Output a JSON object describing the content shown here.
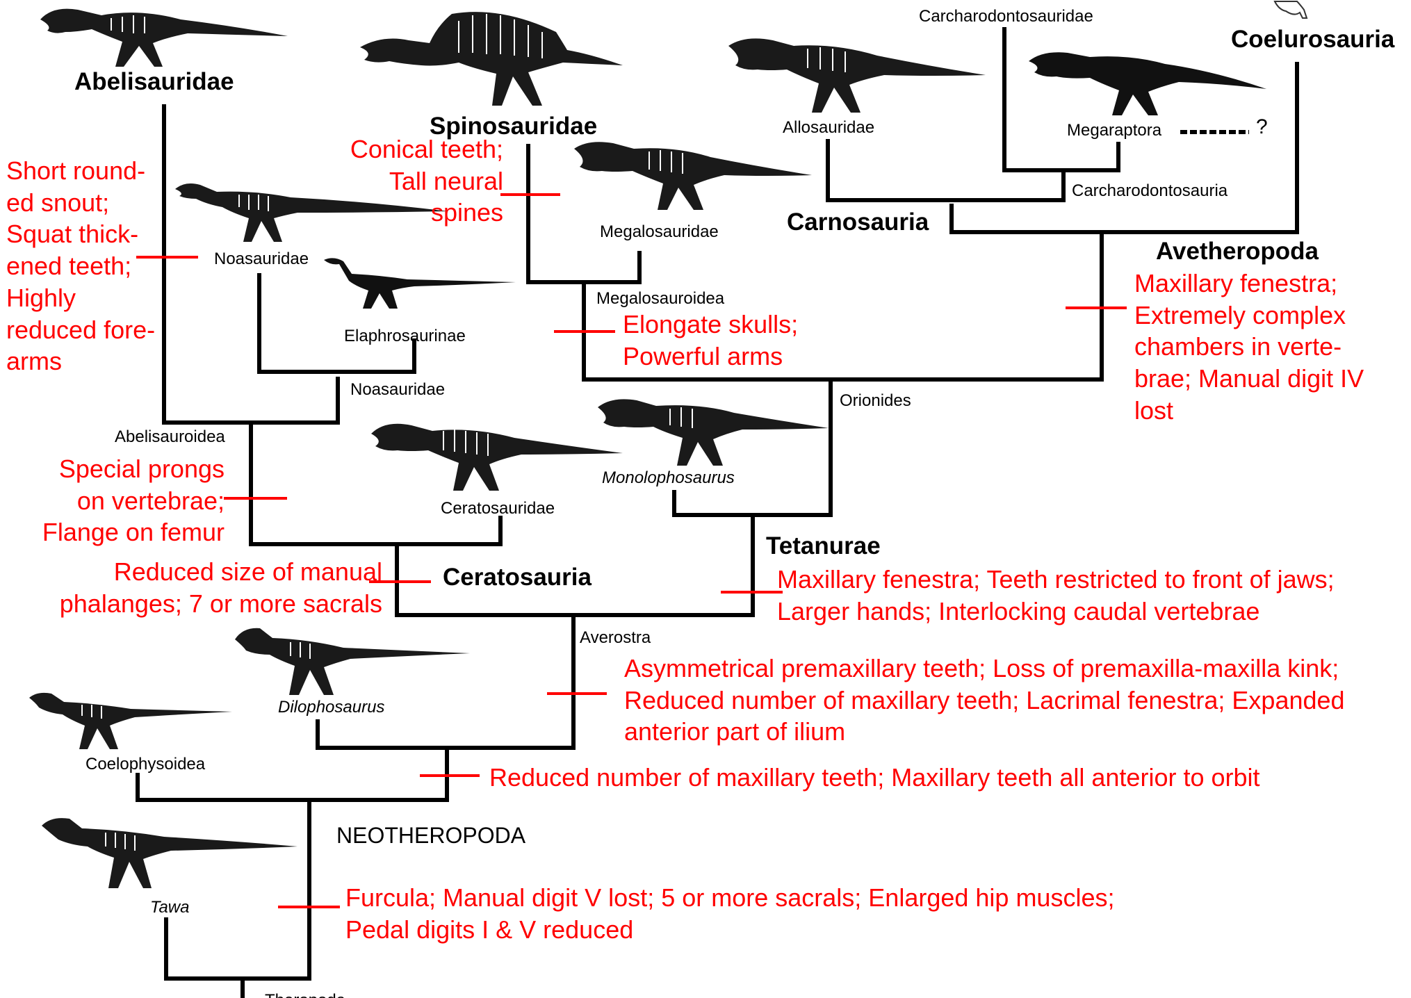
{
  "colors": {
    "branch": "#000000",
    "synapomorphy": "#ff0000",
    "background": "#ffffff"
  },
  "clades": {
    "abelisauridae": "Abelisauridae",
    "spinosauridae": "Spinosauridae",
    "carcharodontosauridae": "Carcharodontosauridae",
    "coelurosauria": "Coelurosauria",
    "allosauridae": "Allosauridae",
    "megaraptora": "Megaraptora",
    "question": "?",
    "carcharodontosauria": "Carcharodontosauria",
    "carnosauria": "Carnosauria",
    "avetheropoda": "Avetheropoda",
    "megalosauridae": "Megalosauridae",
    "megalosauroidea": "Megalosauroidea",
    "noasauridae_tip": "Noasauridae",
    "elaphrosaurinae": "Elaphrosaurinae",
    "noasauridae_node": "Noasauridae",
    "orionides": "Orionides",
    "abelisauroidea": "Abelisauroidea",
    "ceratosauridae": "Ceratosauridae",
    "monolophosaurus": "Monolophosaurus",
    "tetanurae": "Tetanurae",
    "ceratosauria": "Ceratosauria",
    "averostra": "Averostra",
    "dilophosaurus": "Dilophosaurus",
    "coelophysoidea": "Coelophysoidea",
    "neotheropoda": "NEOTHEROPODA",
    "tawa": "Tawa",
    "theropoda": "Theropoda"
  },
  "traits": {
    "abelisauridae": "Short round-\ned snout;\nSquat thick-\nened teeth;\nHighly\nreduced fore-\narms",
    "spinosauridae": "Conical teeth;\nTall neural\nspines",
    "megalosauroidea": "Elongate skulls;\nPowerful arms",
    "avetheropoda": "Maxillary fenestra;\nExtremely complex\nchambers in verte-\nbrae; Manual digit IV\nlost",
    "abelisauroidea": "Special prongs\non vertebrae;\nFlange on femur",
    "ceratosauria": "Reduced size of manual\nphalanges; 7 or more sacrals",
    "tetanurae": "Maxillary fenestra; Teeth restricted to front of jaws;\nLarger hands; Interlocking caudal vertebrae",
    "averostra": "Asymmetrical premaxillary teeth; Loss of premaxilla-maxilla kink;\nReduced number of maxillary teeth; Lacrimal fenestra; Expanded\nanterior part of ilium",
    "neotheropoda_upper": "Reduced number of maxillary teeth; Maxillary teeth all anterior to orbit",
    "neotheropoda": "Furcula; Manual digit V lost; 5 or more sacrals; Enlarged hip muscles;\nPedal digits I & V reduced"
  },
  "silhouettes": [
    {
      "name": "abelisaurid-silhouette",
      "icon": "abelisaurid-skeleton"
    },
    {
      "name": "spinosaurid-silhouette",
      "icon": "spinosaurid-skeleton"
    },
    {
      "name": "allosaurid-silhouette",
      "icon": "allosaurid-skeleton"
    },
    {
      "name": "megaraptoran-silhouette",
      "icon": "megaraptoran-skeleton"
    },
    {
      "name": "megalosaurid-silhouette",
      "icon": "megalosaurid-skeleton"
    },
    {
      "name": "noasaurid-silhouette",
      "icon": "noasaurid-skeleton"
    },
    {
      "name": "elaphrosaurine-silhouette",
      "icon": "elaphrosaurine-skeleton"
    },
    {
      "name": "ceratosaurid-silhouette",
      "icon": "ceratosaurid-skeleton"
    },
    {
      "name": "monolophosaurus-silhouette",
      "icon": "monolophosaurus-skeleton"
    },
    {
      "name": "dilophosaurus-silhouette",
      "icon": "dilophosaurus-skeleton"
    },
    {
      "name": "coelophysoid-silhouette",
      "icon": "coelophysoid-skeleton"
    },
    {
      "name": "tawa-silhouette",
      "icon": "tawa-skeleton"
    },
    {
      "name": "coelurosaur-partial-silhouette",
      "icon": "coelurosaur-skeleton"
    }
  ]
}
